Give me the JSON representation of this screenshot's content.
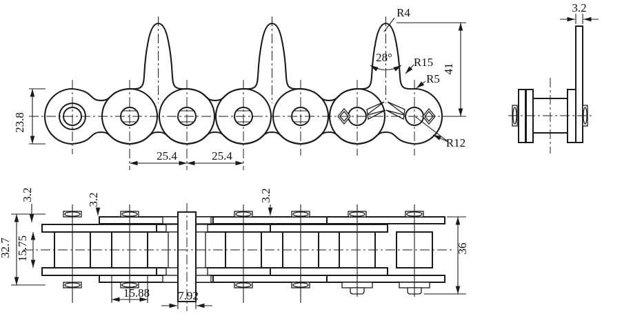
{
  "drawing": {
    "front_view": {
      "plate_height": "23.8",
      "pitch_left": "25.4",
      "pitch_right": "25.4",
      "tip_radius": "R4",
      "tooth_angle": "28°",
      "flank_radius": "R15",
      "fillet_radius": "R5",
      "tooth_height": "41",
      "plate_radius": "R12"
    },
    "side_view": {
      "attachment_plate_thickness": "3.2"
    },
    "plan_view": {
      "plate_thickness_left": "3.2",
      "plate_thickness_mid": "3.2",
      "plate_thickness_right": "3.2",
      "pin_overall_length": "32.7",
      "inner_width": "15.75",
      "roller_diameter": "15.88",
      "pin_diameter": "7.92",
      "overall_height": "36"
    },
    "colors": {
      "line": "#1a1a1a",
      "paper": "#ffffff"
    }
  }
}
